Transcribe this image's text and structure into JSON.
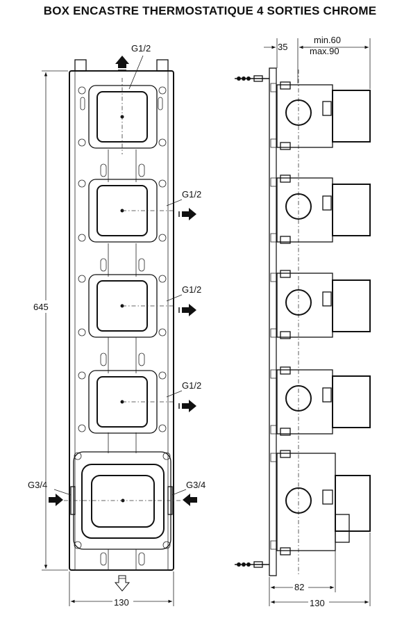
{
  "title": "BOX ENCASTRE THERMOSTATIQUE 4 SORTIES CHROME",
  "front_view": {
    "top_outlet_label": "G1/2",
    "side_outlet_labels": [
      "G1/2",
      "G1/2",
      "G1/2"
    ],
    "inlet_left_label": "G3/4",
    "inlet_right_label": "G3/4",
    "height_dim": "645",
    "width_dim": "130"
  },
  "side_view": {
    "depth_dim_top": "35",
    "adjust_min": "min.60",
    "adjust_max": "max.90",
    "depth_dim_bottom_1": "82",
    "depth_dim_bottom_2": "130"
  }
}
